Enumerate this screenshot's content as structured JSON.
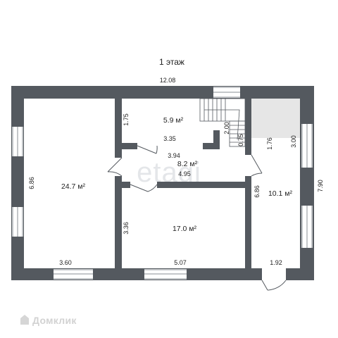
{
  "title": "1 этаж",
  "rooms": [
    {
      "id": "large",
      "area": "24.7 м²"
    },
    {
      "id": "top-middle",
      "area": "5.9 м²"
    },
    {
      "id": "hall",
      "area": "8.2 м²"
    },
    {
      "id": "center",
      "area": "17.0 м²"
    },
    {
      "id": "right",
      "area": "10.1 м²"
    }
  ],
  "dimensions": {
    "overall_width": "12.08",
    "overall_height": "7.90",
    "large_height": "6.86",
    "large_width": "3.60",
    "top_middle_height": "1.75",
    "top_middle_width": "3.35",
    "hall_width_top": "3.94",
    "hall_width_bottom": "4.95",
    "center_height": "3.36",
    "center_width": "5.07",
    "right_height": "6.86",
    "stair_a": "2.00",
    "stair_b": "0.75",
    "stair_c": "1.76",
    "right_top": "3.00",
    "entrance_width": "1.92"
  },
  "watermark": "etagi",
  "brand": "Домклик",
  "colors": {
    "wall": "#54595f",
    "window": "#ffffff",
    "stair_fill": "#e6e6e6"
  }
}
